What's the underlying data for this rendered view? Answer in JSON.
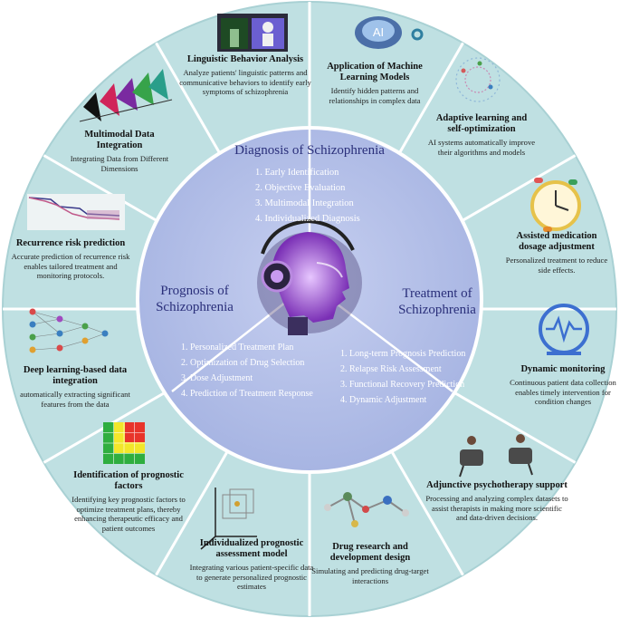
{
  "colors": {
    "outer_ring": "#bfe0e2",
    "inner_disc": "#aebbe6",
    "center_title": "#2a2f7a",
    "center_list": "#ffffff"
  },
  "center": {
    "diagnosis": {
      "title": "Diagnosis of Schizophrenia",
      "items": [
        "1. Early Identification",
        "2. Objective Evaluation",
        "3. Multimodal Integration",
        "4. Individualized Diagnosis"
      ]
    },
    "prognosis": {
      "title_line1": "Prognosis of",
      "title_line2": "Schizophrenia",
      "items": [
        "1. Personalized Treatment Plan",
        "2. Optimization of Drug Selection",
        "3. Dose Adjustment",
        "4. Prediction of Treatment Response"
      ]
    },
    "treatment": {
      "title_line1": "Treatment of",
      "title_line2": "Schizophrenia",
      "items": [
        "1. Long-term Prognosis Prediction",
        "2. Relapse Risk Assessment",
        "3. Functional Recovery Prediction",
        "4. Dynamic Adjustment"
      ]
    }
  },
  "segments": [
    {
      "title": "Linguistic Behavior Analysis",
      "desc": "Analyze patients' linguistic patterns and communicative behaviors to identify early symptoms of schizophrenia",
      "icon": "robot-conversation-icon"
    },
    {
      "title": "Application of Machine Learning Models",
      "desc": "Identify hidden patterns and relationships in complex data",
      "icon": "ai-brain-icon"
    },
    {
      "title": "Adaptive learning and self-optimization",
      "desc": "AI systems automatically improve their algorithms and models",
      "icon": "network-sphere-icon"
    },
    {
      "title": "Assisted medication dosage adjustment",
      "desc": "Personalized treatment to reduce side effects.",
      "icon": "pill-clock-icon"
    },
    {
      "title": "Dynamic monitoring",
      "desc": "Continuous patient data collection enables timely intervention for condition changes",
      "icon": "heartbeat-monitor-icon"
    },
    {
      "title": "Adjunctive psychotherapy support",
      "desc": "Processing and analyzing complex datasets to assist therapists in making more scientific and data-driven decisions.",
      "icon": "therapy-session-icon"
    },
    {
      "title": "Drug research and development design",
      "desc": "Simulating and predicting drug-target interactions",
      "icon": "molecule-icon"
    },
    {
      "title": "Individualized prognostic assessment model",
      "desc": "Integrating various patient-specific data to generate personalized prognostic estimates",
      "icon": "cube-axes-icon"
    },
    {
      "title": "Identification of prognostic factors",
      "desc": "Identifying key prognostic factors to optimize treatment plans, thereby enhancing therapeutic efficacy and patient outcomes",
      "icon": "risk-matrix-icon"
    },
    {
      "title": "Deep learning-based data integration",
      "desc": "automatically extracting significant features from the data",
      "icon": "neural-network-icon"
    },
    {
      "title": "Recurrence risk prediction",
      "desc": "Accurate prediction of recurrence risk enables tailored treatment and monitoring protocols.",
      "icon": "survival-curve-icon"
    },
    {
      "title": "Multimodal Data Integration",
      "desc": "Integrating Data from Different Dimensions",
      "icon": "3d-waveform-icon"
    }
  ]
}
